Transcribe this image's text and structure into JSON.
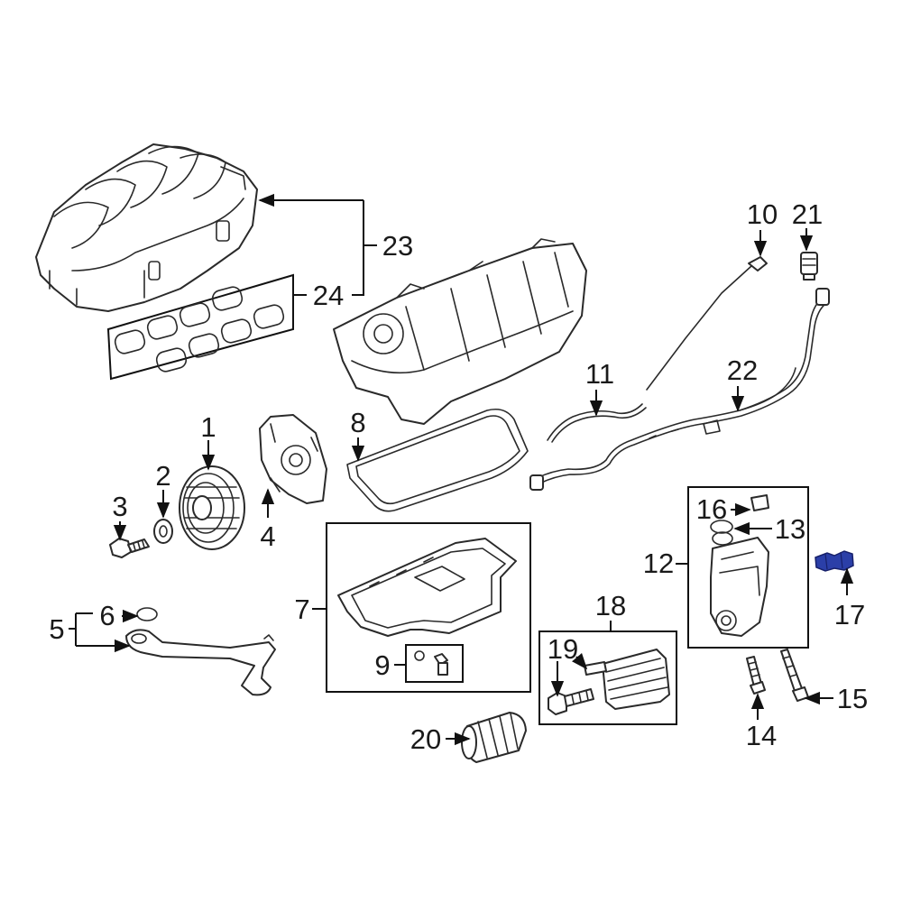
{
  "callouts": [
    {
      "id": "1",
      "text": "1"
    },
    {
      "id": "2",
      "text": "2"
    },
    {
      "id": "3",
      "text": "3"
    },
    {
      "id": "4",
      "text": "4"
    },
    {
      "id": "5",
      "text": "5"
    },
    {
      "id": "6",
      "text": "6"
    },
    {
      "id": "7",
      "text": "7"
    },
    {
      "id": "8",
      "text": "8"
    },
    {
      "id": "9",
      "text": "9"
    },
    {
      "id": "10",
      "text": "10"
    },
    {
      "id": "11",
      "text": "11"
    },
    {
      "id": "12",
      "text": "12"
    },
    {
      "id": "13",
      "text": "13"
    },
    {
      "id": "14",
      "text": "14"
    },
    {
      "id": "15",
      "text": "15"
    },
    {
      "id": "16",
      "text": "16"
    },
    {
      "id": "17",
      "text": "17"
    },
    {
      "id": "18",
      "text": "18"
    },
    {
      "id": "19",
      "text": "19"
    },
    {
      "id": "20",
      "text": "20"
    },
    {
      "id": "21",
      "text": "21"
    },
    {
      "id": "22",
      "text": "22"
    },
    {
      "id": "23",
      "text": "23"
    },
    {
      "id": "24",
      "text": "24"
    }
  ],
  "colors": {
    "line": "#2a2a2a",
    "highlight_part": "#2b3fa8",
    "background": "#ffffff"
  }
}
